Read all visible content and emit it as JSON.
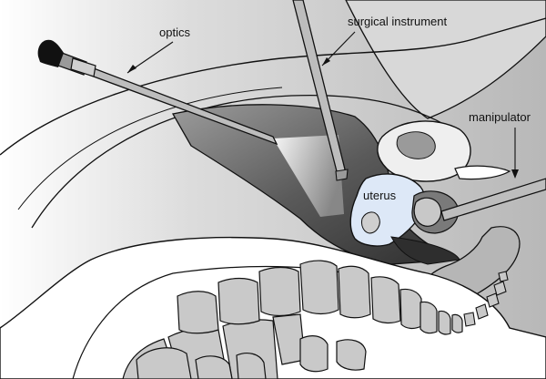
{
  "labels": {
    "optics": "optics",
    "surgical_instrument": "surgical instrument",
    "manipulator": "manipulator",
    "uterus": "uterus"
  },
  "colors": {
    "background_gray": "#c4c4c4",
    "light_gray": "#e6e6e6",
    "mid_gray": "#9a9a9a",
    "dark_cavity": "#4a4a4a",
    "bone_gray": "#c9c9c9",
    "uterus_blue": "#dde8f7",
    "outline": "#111111"
  }
}
